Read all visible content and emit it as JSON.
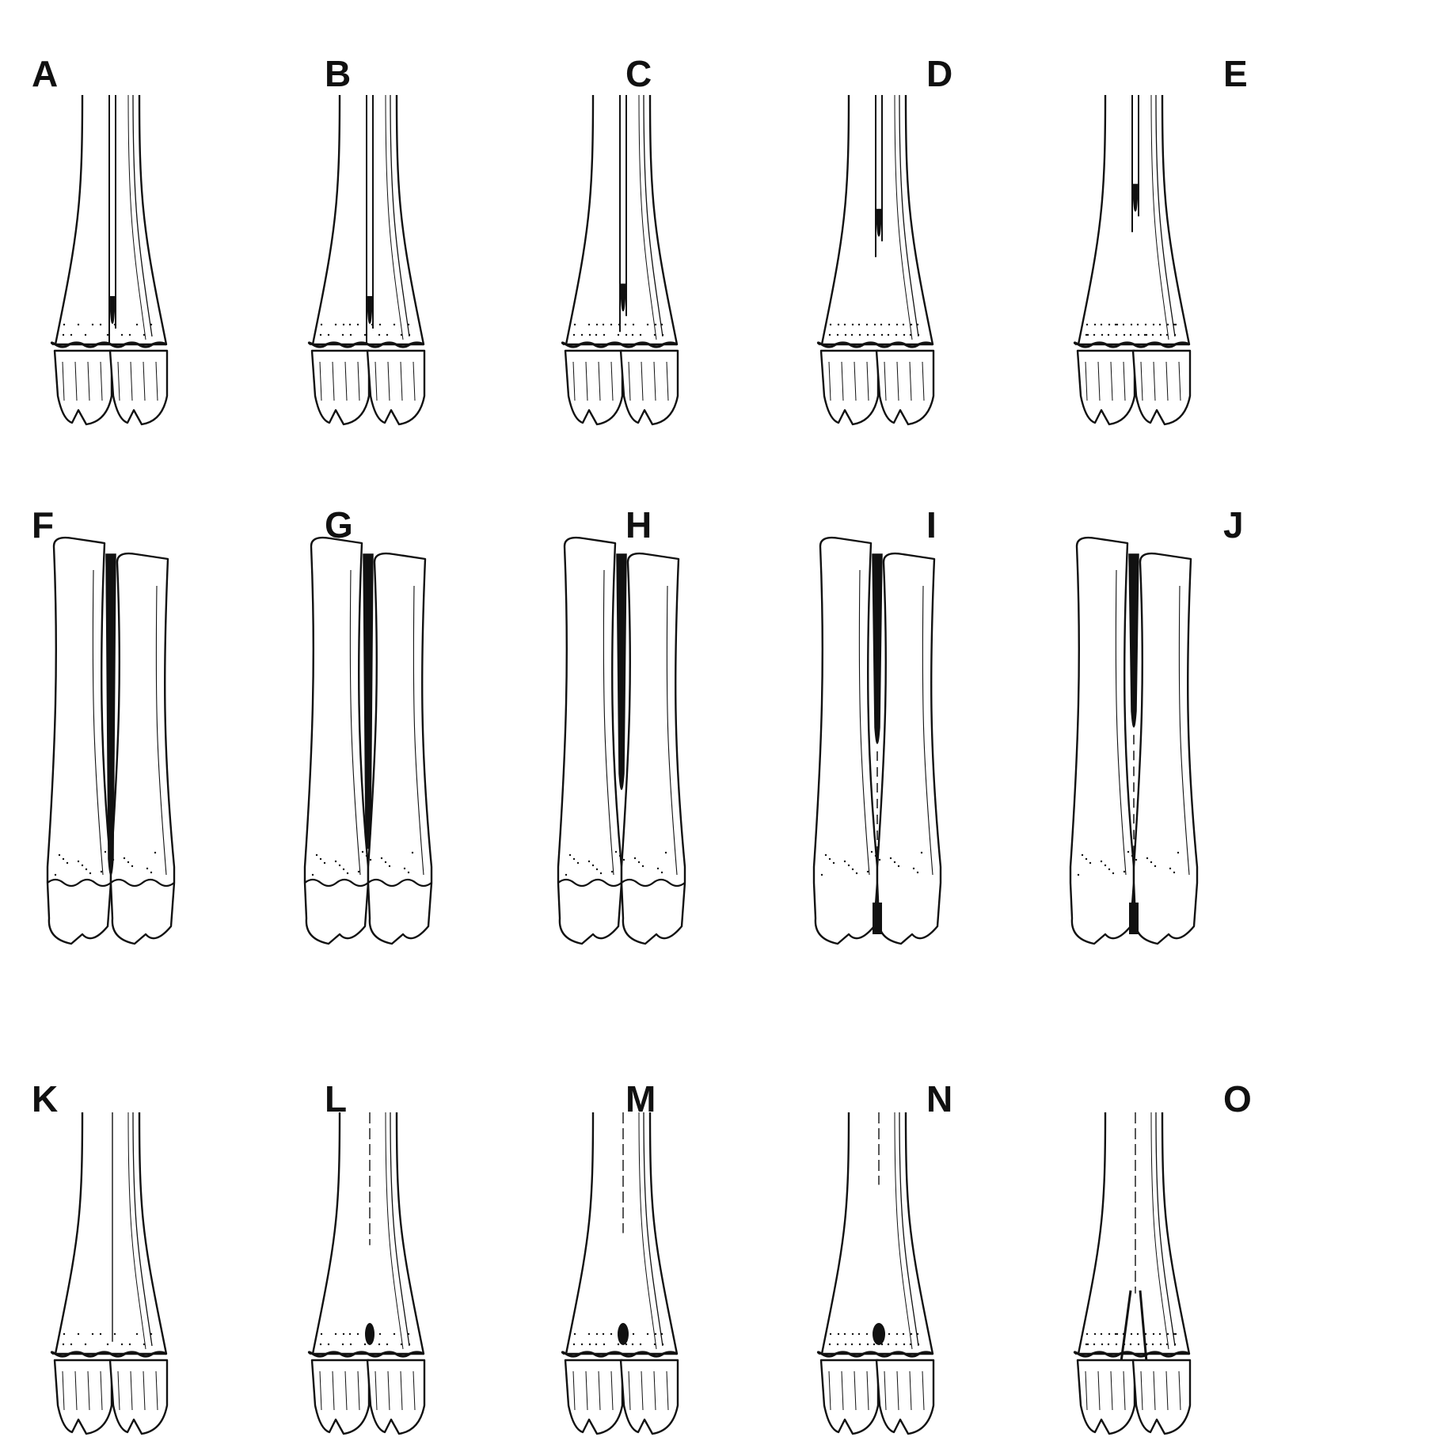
{
  "figure": {
    "panels": [
      {
        "label": "A",
        "row": "upper",
        "variant": 0
      },
      {
        "label": "B",
        "row": "upper",
        "variant": 1
      },
      {
        "label": "C",
        "row": "upper",
        "variant": 2
      },
      {
        "label": "D",
        "row": "upper",
        "variant": 3
      },
      {
        "label": "E",
        "row": "upper",
        "variant": 4
      },
      {
        "label": "F",
        "row": "middle",
        "variant": 0
      },
      {
        "label": "G",
        "row": "middle",
        "variant": 1
      },
      {
        "label": "H",
        "row": "middle",
        "variant": 2
      },
      {
        "label": "I",
        "row": "middle",
        "variant": 3
      },
      {
        "label": "J",
        "row": "middle",
        "variant": 4
      },
      {
        "label": "K",
        "row": "lower",
        "variant": 0
      },
      {
        "label": "L",
        "row": "lower",
        "variant": 1
      },
      {
        "label": "M",
        "row": "lower",
        "variant": 2
      },
      {
        "label": "N",
        "row": "lower",
        "variant": 3
      },
      {
        "label": "O",
        "row": "lower",
        "variant": 4
      }
    ]
  },
  "colors": {
    "ink": "#111111",
    "bone": "#ffffff",
    "background": "#ffffff"
  }
}
